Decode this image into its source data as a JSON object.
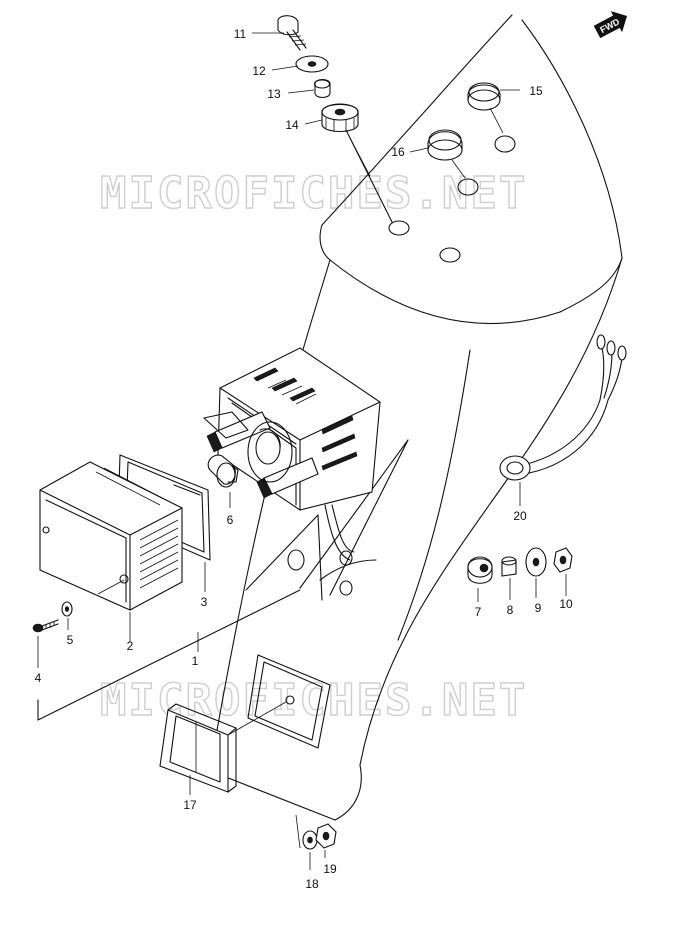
{
  "watermark": "MICROFICHES.NET",
  "fwd_label": "FWD",
  "parts": [
    {
      "number": "1"
    },
    {
      "number": "2"
    },
    {
      "number": "3"
    },
    {
      "number": "4"
    },
    {
      "number": "5"
    },
    {
      "number": "6"
    },
    {
      "number": "7"
    },
    {
      "number": "8"
    },
    {
      "number": "9"
    },
    {
      "number": "10"
    },
    {
      "number": "11"
    },
    {
      "number": "12"
    },
    {
      "number": "13"
    },
    {
      "number": "14"
    },
    {
      "number": "15"
    },
    {
      "number": "16"
    },
    {
      "number": "17"
    },
    {
      "number": "18"
    },
    {
      "number": "19"
    },
    {
      "number": "20"
    }
  ]
}
